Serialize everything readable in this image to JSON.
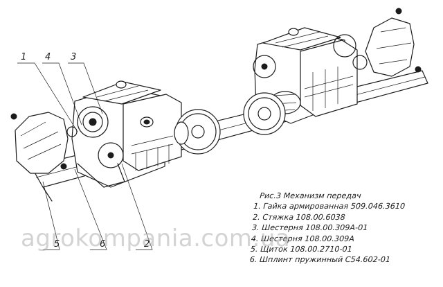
{
  "figure": {
    "caption_title": "Рис.3 Механизм передач",
    "callouts": [
      "1",
      "4",
      "3",
      "5",
      "6",
      "2"
    ],
    "parts": [
      "1. Гайка армированная 509.046.3610",
      "2. Стяжка 108.00.6038",
      "3. Шестерня 108.00.309А-01",
      "4. Шестерня 108.00.309А",
      "5. Щиток 108.00.2710-01",
      "6. Шплинт пружинный С54.602-01"
    ]
  },
  "watermark": "agrokompania.com.ua",
  "colors": {
    "ink": "#1c1c1c",
    "paper": "#ffffff",
    "watermark": "#afafaf"
  }
}
